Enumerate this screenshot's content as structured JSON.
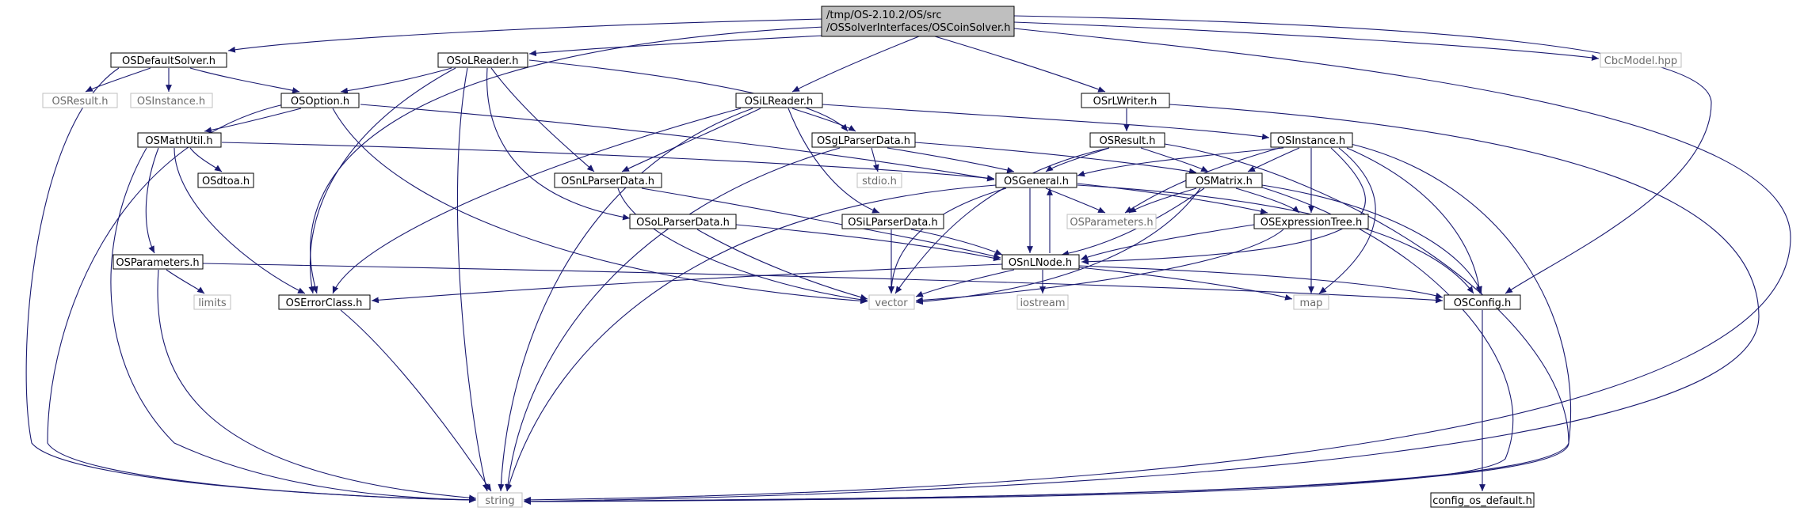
{
  "colors": {
    "edge": "#191970",
    "node_border": "#000000",
    "node_text": "#000000",
    "external_border": "#bfbfbf",
    "external_text": "#6b6b6b",
    "root_fill": "#bfbfbf",
    "background": "#ffffff"
  },
  "root": {
    "line1": "/tmp/OS-2.10.2/OS/src",
    "line2": "/OSSolverInterfaces/OSCoinSolver.h"
  },
  "nodes": {
    "osdefaultsolver": "OSDefaultSolver.h",
    "osolreader": "OSoLReader.h",
    "osilreader": "OSiLReader.h",
    "osrlwriter": "OSrLWriter.h",
    "cbcmodel": "CbcModel.hpp",
    "osresult_ext": "OSResult.h",
    "osinstance_ext": "OSInstance.h",
    "osoption": "OSOption.h",
    "osmathutil": "OSMathUtil.h",
    "osdtoa": "OSdtoa.h",
    "osglparserdata": "OSgLParserData.h",
    "stdio": "stdio.h",
    "osnlparserdata": "OSnLParserData.h",
    "osresult": "OSResult.h",
    "osinstance": "OSInstance.h",
    "osgeneral": "OSGeneral.h",
    "osmatrix": "OSMatrix.h",
    "osparameters_ext": "OSParameters.h",
    "osolparserdata": "OSoLParserData.h",
    "osilparserdata": "OSiLParserData.h",
    "osexpressiontree": "OSExpressionTree.h",
    "osparameters": "OSParameters.h",
    "osnlnode": "OSnLNode.h",
    "limits": "limits",
    "oserrorclass": "OSErrorClass.h",
    "vector": "vector",
    "iostream": "iostream",
    "map": "map",
    "osconfig": "OSConfig.h",
    "string": "string",
    "config_os_default": "config_os_default.h"
  }
}
